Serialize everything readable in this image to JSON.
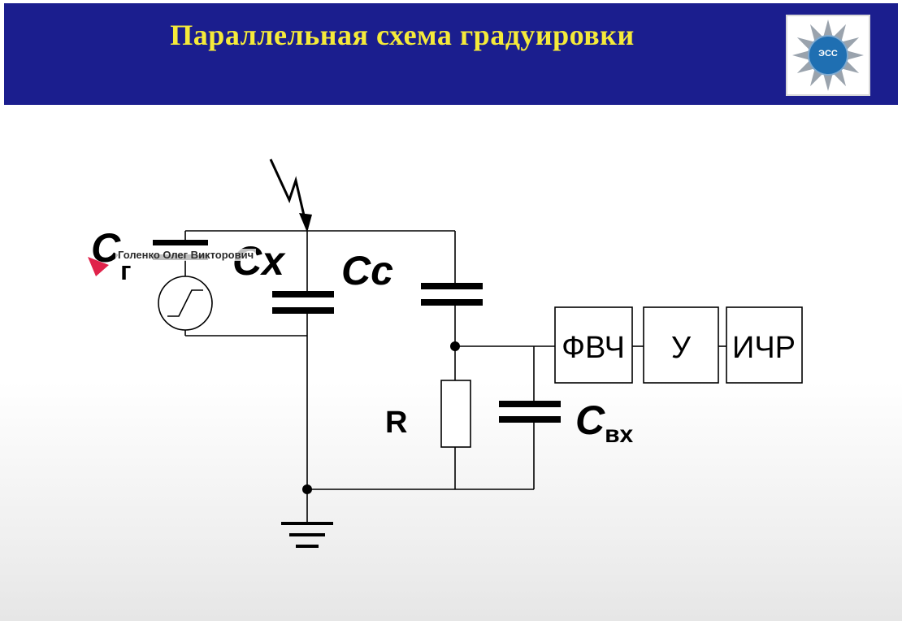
{
  "header": {
    "title": "Параллельная схема градуировки",
    "logo_text": "ЭСС",
    "background_color": "#1b1e8e",
    "title_color": "#f5ea3a"
  },
  "overlay": {
    "presenter_name": "Голенко Олег Викторович",
    "cursor_color": "#e0224a"
  },
  "labels": {
    "cg_main": "C",
    "cg_sub": "г",
    "cx": "Cx",
    "cc": "Cc",
    "r": "R",
    "cvx_main": "C",
    "cvx_sub": "вх"
  },
  "blocks": {
    "fvch": "ФВЧ",
    "u": "У",
    "ichr": "ИЧР"
  }
}
